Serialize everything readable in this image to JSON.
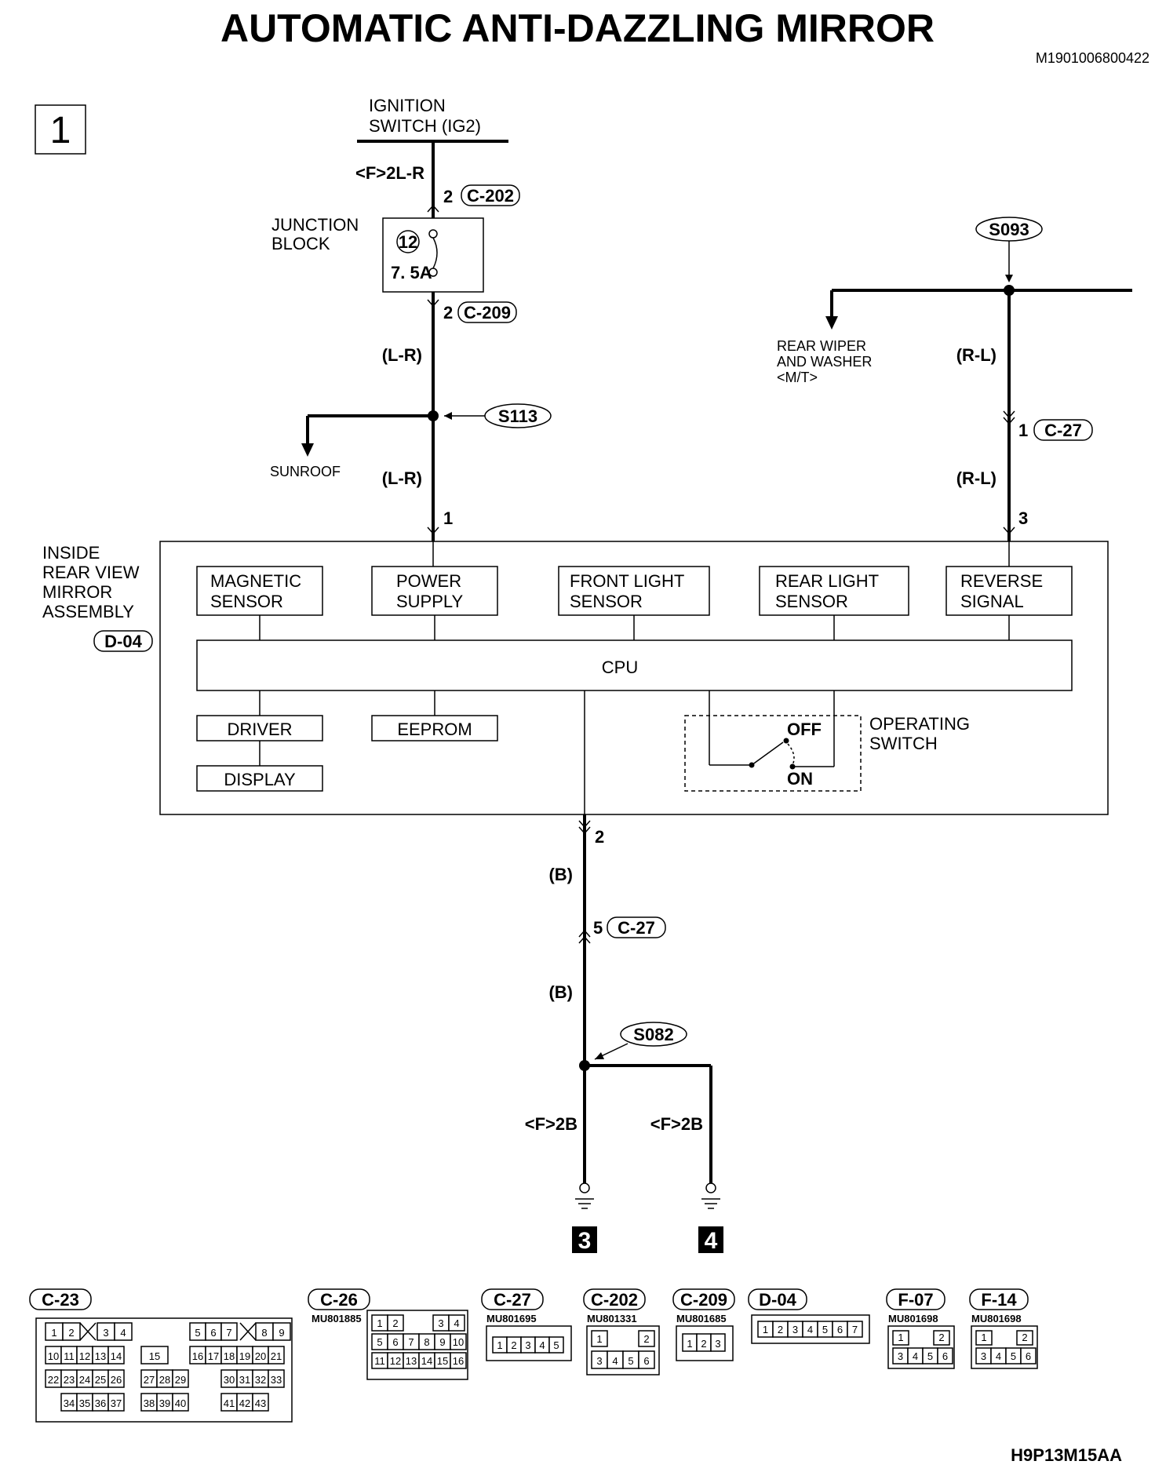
{
  "header": {
    "title": "AUTOMATIC ANTI-DAZZLING MIRROR",
    "doc_code": "M1901006800422",
    "footer_code": "H9P13M15AA",
    "page_number": "1"
  },
  "ignition": {
    "line1": "IGNITION",
    "line2": "SWITCH (IG2)",
    "wire": "<F>2L-R"
  },
  "junction_block": {
    "line1": "JUNCTION",
    "line2": "BLOCK",
    "fuse_number": "12",
    "fuse_rating": "7. 5A",
    "in_pin": "2",
    "in_connector": "C-202",
    "out_pin": "2",
    "out_connector": "C-209"
  },
  "left_branch": {
    "wire_upper": "(L-R)",
    "wire_lower": "(L-R)",
    "splice": "S113",
    "branch_dest": "SUNROOF",
    "mirror_pin": "1"
  },
  "right_branch": {
    "splice": "S093",
    "branch_dest_line1": "REAR WIPER",
    "branch_dest_line2": "AND WASHER",
    "branch_dest_line3": "<M/T>",
    "wire_upper": "(R-L)",
    "connector_pin": "1",
    "connector": "C-27",
    "wire_lower": "(R-L)",
    "mirror_pin": "3"
  },
  "mirror": {
    "name_line1": "INSIDE",
    "name_line2": "REAR VIEW",
    "name_line3": "MIRROR",
    "name_line4": "ASSEMBLY",
    "connector": "D-04",
    "blocks": {
      "magnetic_1": "MAGNETIC",
      "magnetic_2": "SENSOR",
      "power_1": "POWER",
      "power_2": "SUPPLY",
      "front_1": "FRONT LIGHT",
      "front_2": "SENSOR",
      "rear_1": "REAR LIGHT",
      "rear_2": "SENSOR",
      "reverse_1": "REVERSE",
      "reverse_2": "SIGNAL",
      "cpu": "CPU",
      "driver": "DRIVER",
      "eeprom": "EEPROM",
      "display": "DISPLAY"
    },
    "operating_switch_1": "OPERATING",
    "operating_switch_2": "SWITCH",
    "switch_off": "OFF",
    "switch_on": "ON",
    "ground_pin": "2"
  },
  "ground": {
    "wire1": "(B)",
    "connector_pin": "5",
    "connector": "C-27",
    "wire2": "(B)",
    "splice": "S082",
    "left_wire": "<F>2B",
    "right_wire": "<F>2B",
    "left_ground": "3",
    "right_ground": "4"
  },
  "connectors": [
    {
      "name": "C-23",
      "part": ""
    },
    {
      "name": "C-26",
      "part": "MU801885"
    },
    {
      "name": "C-27",
      "part": "MU801695"
    },
    {
      "name": "C-202",
      "part": "MU801331"
    },
    {
      "name": "C-209",
      "part": "MU801685"
    },
    {
      "name": "D-04",
      "part": ""
    },
    {
      "name": "F-07",
      "part": "MU801698"
    },
    {
      "name": "F-14",
      "part": "MU801698"
    }
  ],
  "pins": {
    "c23": {
      "row1a": [
        "1",
        "2"
      ],
      "row1b": [
        "3",
        "4"
      ],
      "row1c": [
        "5",
        "6",
        "7"
      ],
      "row1d": [
        "8",
        "9"
      ],
      "row2a": [
        "10",
        "11",
        "12",
        "13",
        "14"
      ],
      "row2b": [
        "15"
      ],
      "row2c": [
        "16",
        "17",
        "18",
        "19",
        "20",
        "21"
      ],
      "row3a": [
        "22",
        "23",
        "24",
        "25",
        "26"
      ],
      "row3b": [
        "27",
        "28",
        "29"
      ],
      "row3c": [
        "30",
        "31",
        "32",
        "33"
      ],
      "row4a": [
        "34",
        "35",
        "36",
        "37"
      ],
      "row4b": [
        "38",
        "39",
        "40"
      ],
      "row4c": [
        "41",
        "42",
        "43"
      ]
    },
    "c26": {
      "row1a": [
        "1",
        "2"
      ],
      "row1b": [
        "3",
        "4"
      ],
      "row2": [
        "5",
        "6",
        "7",
        "8",
        "9",
        "10"
      ],
      "row3": [
        "11",
        "12",
        "13",
        "14",
        "15",
        "16"
      ]
    },
    "c27": [
      "1",
      "2",
      "3",
      "4",
      "5"
    ],
    "c202": {
      "top_left": "1",
      "top_right": "2",
      "bottom": [
        "3",
        "4",
        "5",
        "6"
      ]
    },
    "c209": [
      "1",
      "2",
      "3"
    ],
    "d04": [
      "1",
      "2",
      "3",
      "4",
      "5",
      "6",
      "7"
    ],
    "f07": {
      "top_left": "1",
      "top_right": "2",
      "bottom": [
        "3",
        "4",
        "5",
        "6"
      ]
    },
    "f14": {
      "top_left": "1",
      "top_right": "2",
      "bottom": [
        "3",
        "4",
        "5",
        "6"
      ]
    }
  }
}
